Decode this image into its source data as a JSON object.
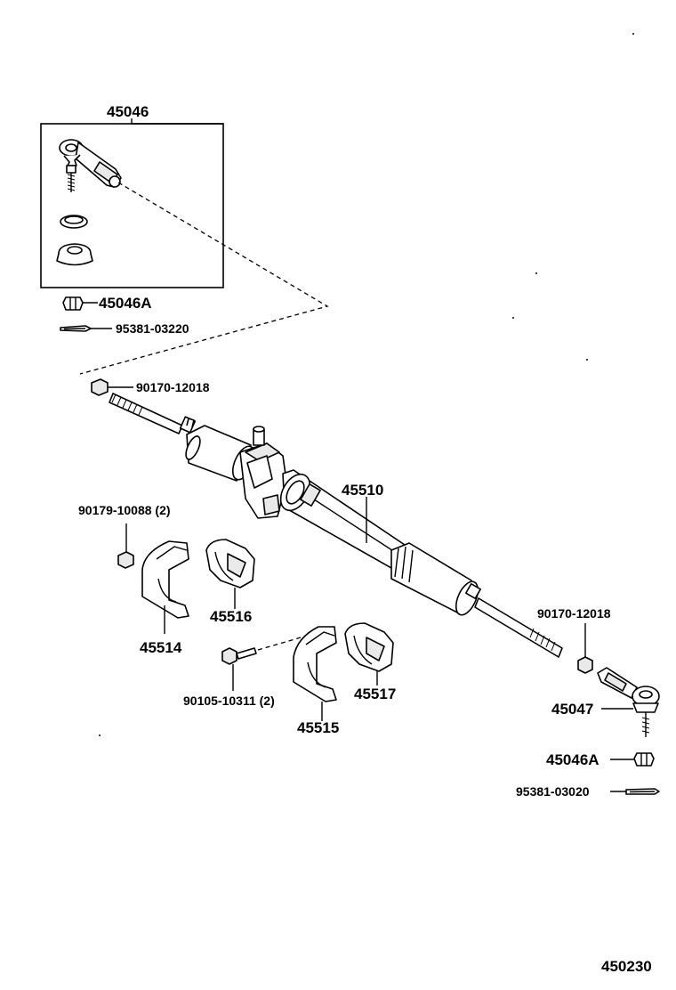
{
  "diagram": {
    "id_code": "450230",
    "parts": {
      "tie_rod_end_assy_lh": "45046",
      "nut_lh": "45046A",
      "cotter_pin_lh": "95381-03220",
      "lock_nut_lh": "90170-12018",
      "rack_housing": "45510",
      "bolt_bracket_lh": "90179-10088 (2)",
      "bracket_lh": "45514",
      "grommet_lh": "45516",
      "bolt_bracket_rh": "90105-10311 (2)",
      "bracket_rh": "45515",
      "grommet_rh": "45517",
      "lock_nut_rh": "90170-12018",
      "tie_rod_end_rh": "45047",
      "nut_rh": "45046A",
      "cotter_pin_rh": "95381-03020"
    }
  }
}
